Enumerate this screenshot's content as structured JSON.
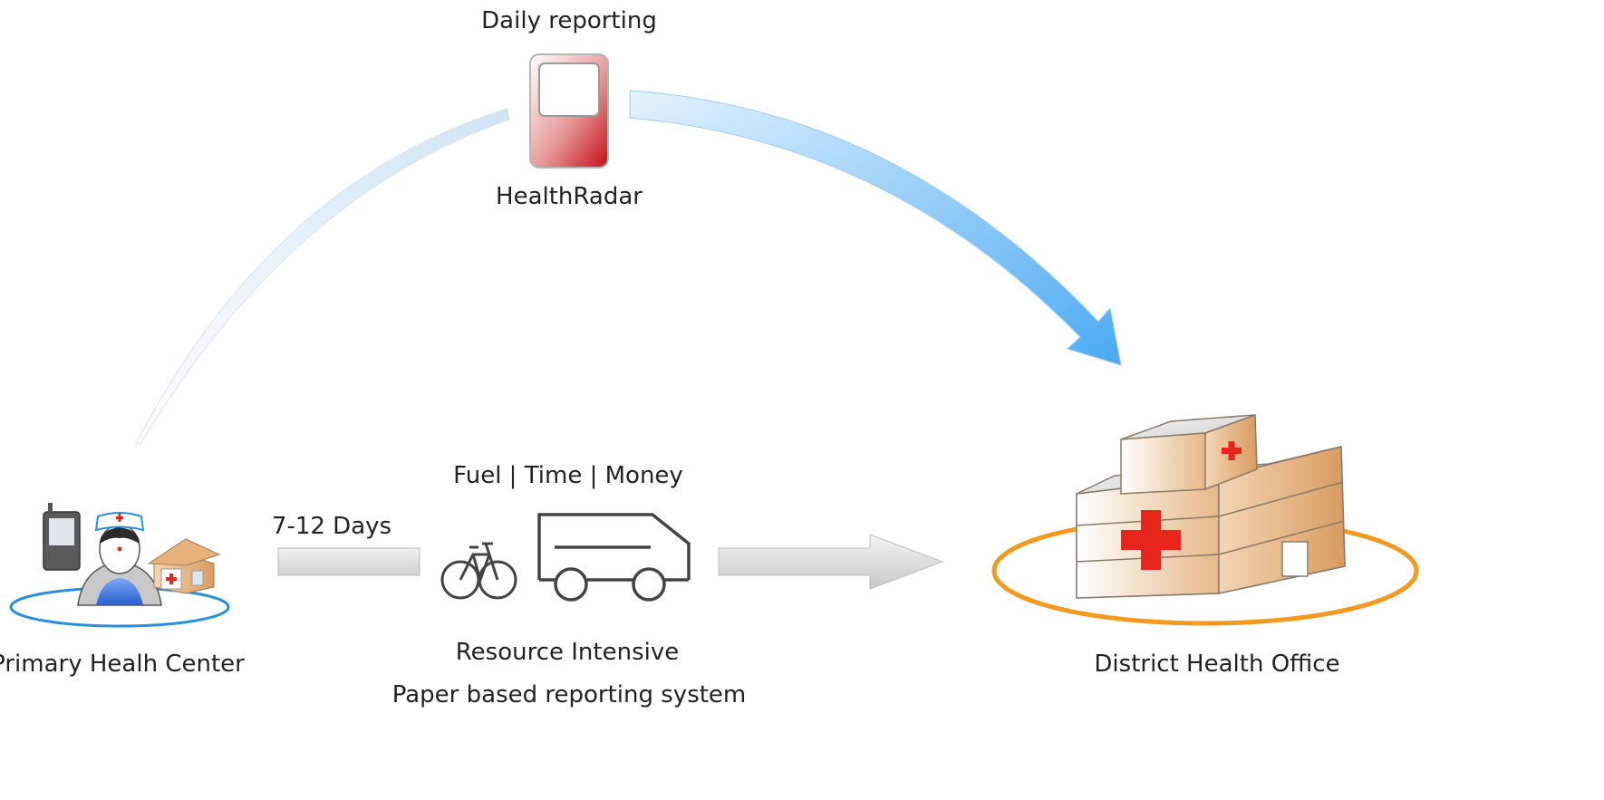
{
  "diagram": {
    "top": {
      "frequency_label": "Daily reporting",
      "device_label": "HealthRadar"
    },
    "left_node": {
      "label": "Primary Healh Center"
    },
    "right_node": {
      "label": "District Health Office"
    },
    "paper_flow": {
      "duration_label": "7-12 Days",
      "costs_label": "Fuel | Time | Money",
      "resource_label": "Resource Intensive",
      "system_label": "Paper based reporting system"
    }
  },
  "colors": {
    "blue_arrow": "#5ab4f5",
    "orange_ring": "#f39a1e",
    "blue_ring": "#2b8fe0",
    "red_device": "#c8141c",
    "red_cross": "#e8251a"
  }
}
